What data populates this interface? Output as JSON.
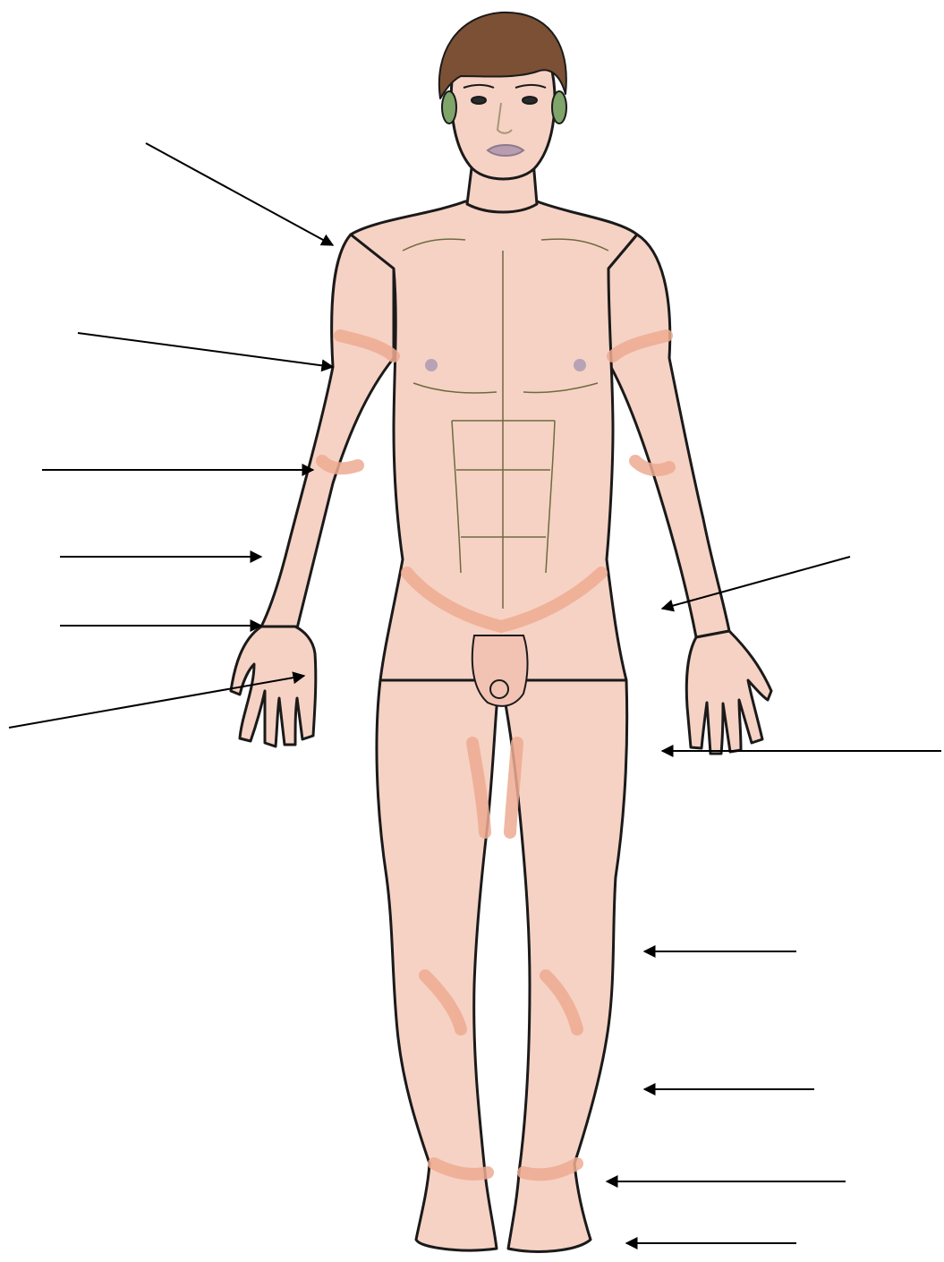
{
  "diagram": {
    "subject": "anterior-view-human-body",
    "colors": {
      "background": "#ffffff",
      "skin": "#f6d2c4",
      "skin_shade": "#eeab92",
      "outline": "#1a1a1a",
      "hair": "#7b5034",
      "arrow": "#000000",
      "lips": "#b89cb0",
      "ear": "#7fa56a"
    },
    "label_arrows": [
      {
        "id": "shoulder",
        "side": "left",
        "label": ""
      },
      {
        "id": "upper-arm",
        "side": "left",
        "label": ""
      },
      {
        "id": "elbow",
        "side": "left",
        "label": ""
      },
      {
        "id": "forearm",
        "side": "left",
        "label": ""
      },
      {
        "id": "wrist",
        "side": "left",
        "label": ""
      },
      {
        "id": "palm",
        "side": "left",
        "label": ""
      },
      {
        "id": "hip",
        "side": "right",
        "label": ""
      },
      {
        "id": "thigh",
        "side": "right",
        "label": ""
      },
      {
        "id": "knee",
        "side": "right",
        "label": ""
      },
      {
        "id": "leg",
        "side": "right",
        "label": ""
      },
      {
        "id": "ankle",
        "side": "right",
        "label": ""
      },
      {
        "id": "toes",
        "side": "right",
        "label": ""
      }
    ]
  }
}
